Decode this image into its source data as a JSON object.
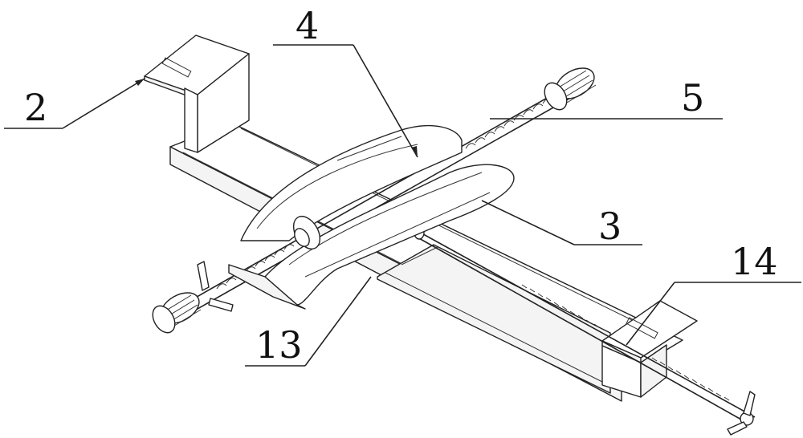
{
  "labels": {
    "l2": "2",
    "l3": "3",
    "l4": "4",
    "l5": "5",
    "l13": "13",
    "l14": "14"
  }
}
